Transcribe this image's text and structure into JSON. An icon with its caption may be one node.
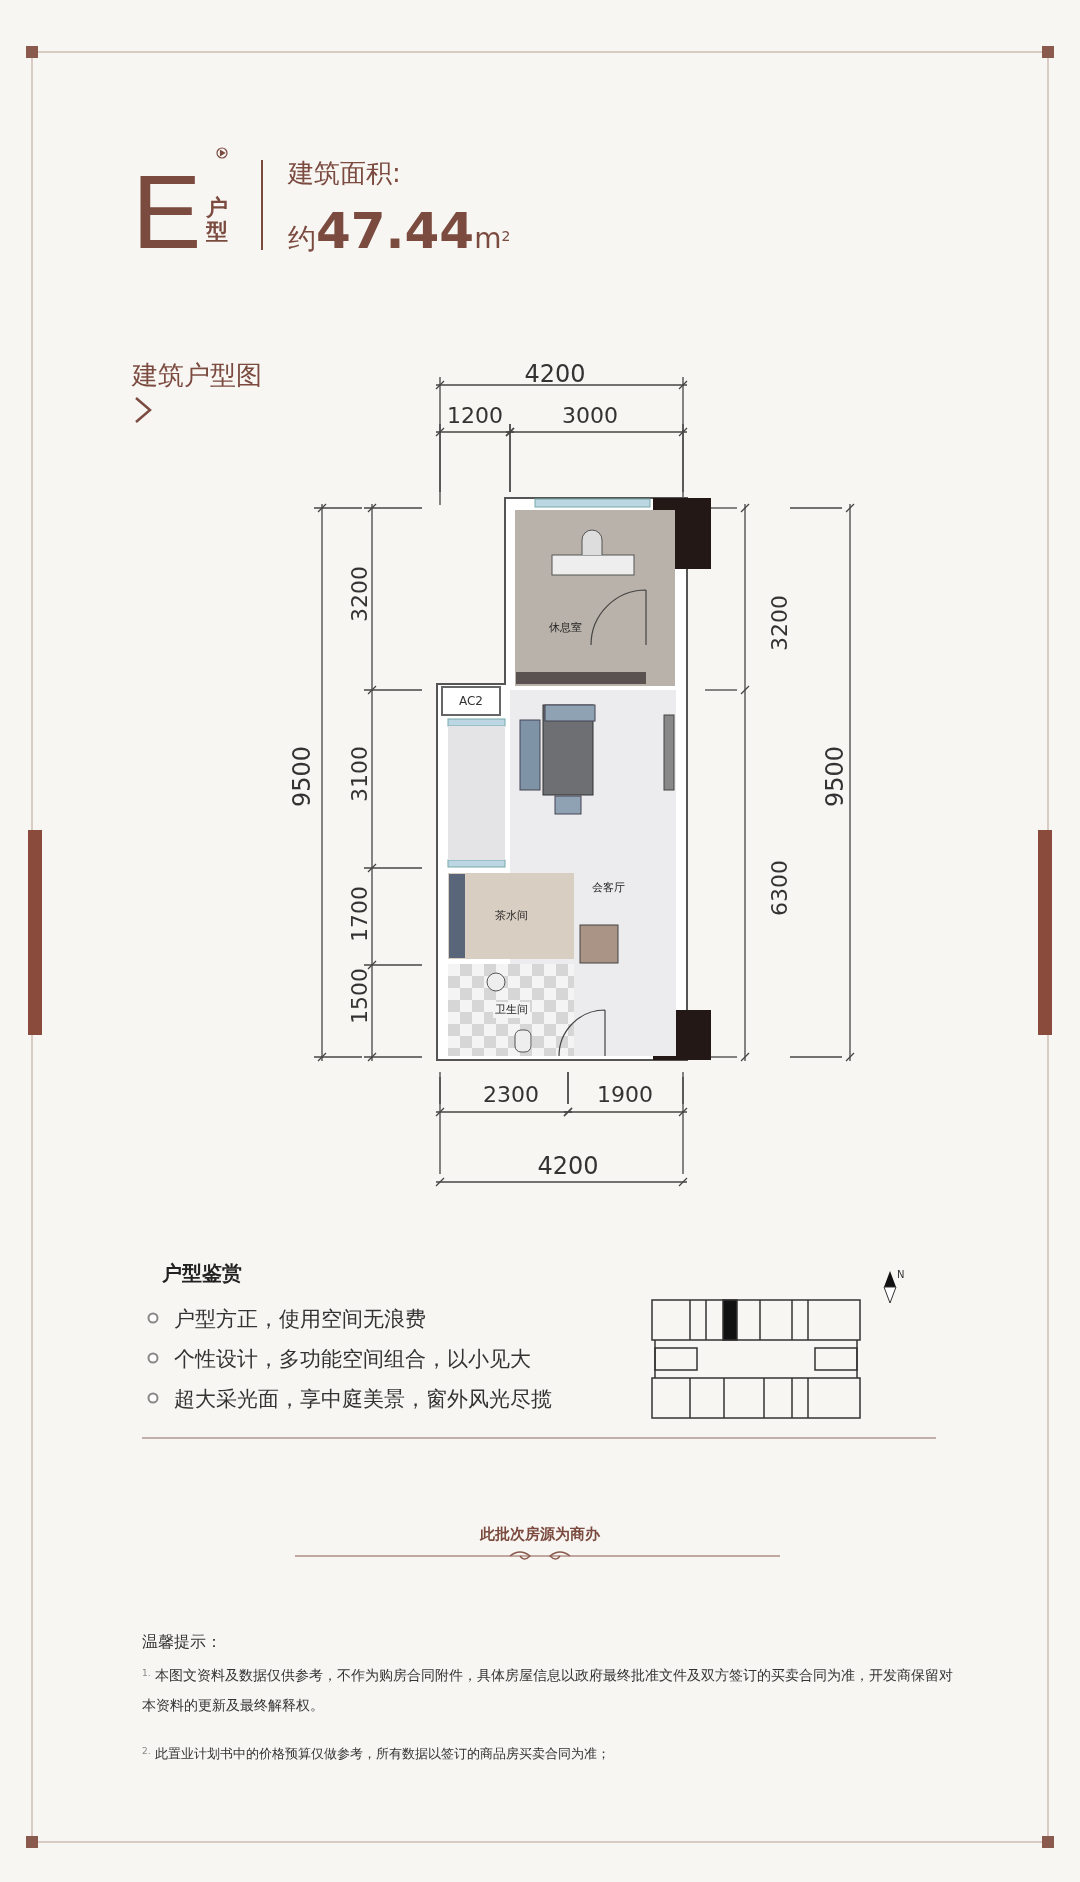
{
  "diagram": {
    "nodes": [
      {
        "text": [
          "AC2"
        ]
      },
      {
        "text": [
          "休息室"
        ]
      },
      {
        "text": [
          "会客厅"
        ]
      },
      {
        "text": [
          "茶水间"
        ]
      },
      {
        "text": [
          "卫生间"
        ]
      }
    ],
    "labels": [
      "E",
      "户型",
      "建筑面积:",
      "约**47.44**m$^{2}$",
      "建筑户型图",
      "4200",
      "1200",
      "3000",
      "9500",
      "3200",
      "3100",
      "1700",
      "1500",
      "3200",
      "6300",
      "9500",
      "2300",
      "1900",
      "4200",
      "户型鉴赏",
      "户型方正，使用空间无浪费",
      "个性设计，多功能空间组合，以小见大",
      "超大采光面，享中庭美景，窗外风光尽揽",
      "N",
      "此批次房源为商办",
      "温馨提示：",
      "$^{1.}$ 本图文资料及数据仅供参考，不作为购房合同附件，具体房屋信息以政府最终批准文件及双方签订的买卖合同为准，开发商保留对本资料的更新及最终解释权。",
      "$^{2.}$ 此置业计划书中的价格预算仅做参考，所有数据以签订的商品房买卖合同为准；"
    ]
  }
}
